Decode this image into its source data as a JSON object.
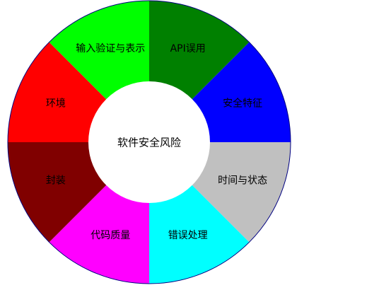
{
  "diagram": {
    "center_label": "软件安全风险",
    "colors": {
      "outline": "#000080",
      "center_fill": "#ffffff"
    },
    "segments": [
      {
        "label": "API误用",
        "color": "#008000"
      },
      {
        "label": "安全特征",
        "color": "#0000ff"
      },
      {
        "label": "时间与状态",
        "color": "#c0c0c0"
      },
      {
        "label": "错误处理",
        "color": "#00ffff"
      },
      {
        "label": "代码质量",
        "color": "#ff00ff"
      },
      {
        "label": "封装",
        "color": "#800000"
      },
      {
        "label": "环境",
        "color": "#ff0000"
      },
      {
        "label": "输入验证与表示",
        "color": "#00ff00"
      }
    ]
  }
}
